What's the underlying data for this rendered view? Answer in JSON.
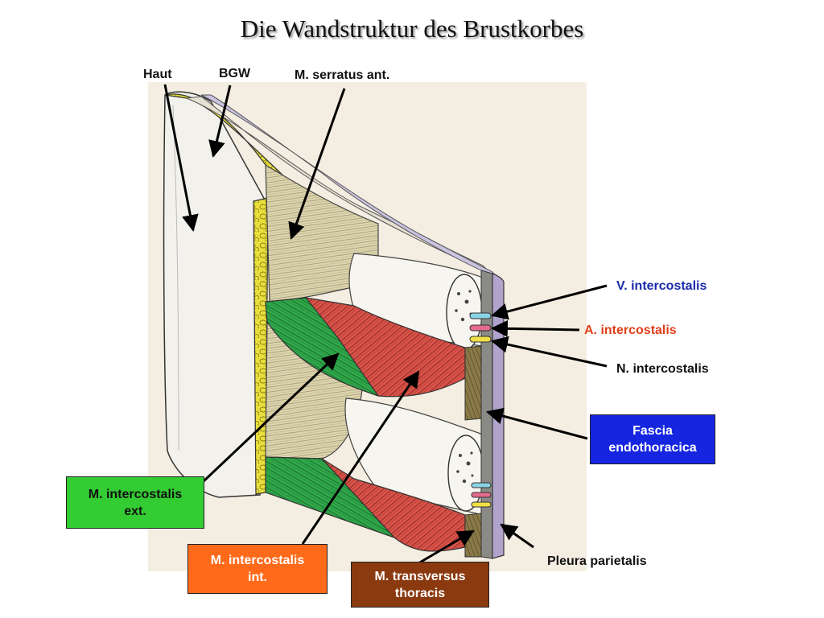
{
  "title": "Die Wandstruktur des Brustkorbes",
  "labels": {
    "haut": "Haut",
    "bgw": "BGW",
    "serratus": "M. serratus ant.",
    "vena": "V. intercostalis",
    "arteria": "A. intercostalis",
    "nervus": "N. intercostalis",
    "fascia_1": "Fascia",
    "fascia_2": "endothoracica",
    "ext_1": "M. intercostalis",
    "ext_2": "ext.",
    "int_1": "M. intercostalis",
    "int_2": "int.",
    "transversus_1": "M. transversus",
    "transversus_2": "thoracis",
    "pleura": "Pleura parietalis"
  },
  "colors": {
    "vena_text": "#1a2aa8",
    "arteria_text": "#e0401a",
    "fascia_box": "#1626e0",
    "ext_box": "#33cc33",
    "int_box": "#ff6a1a",
    "transversus_box": "#8b3a10",
    "muscle_green": "#2fa84a",
    "muscle_red": "#d9534a",
    "serratus_tan": "#d8cfa4",
    "fat_yellow": "#e8df3c",
    "pleura_lilac": "#b0a4cc"
  }
}
